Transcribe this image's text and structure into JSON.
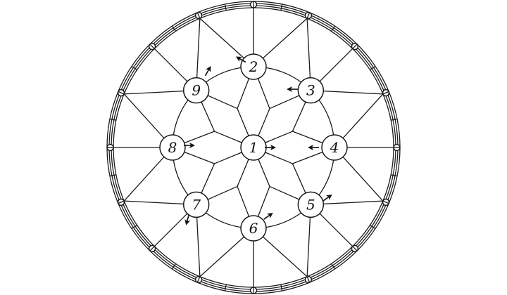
{
  "diagram": {
    "center_node": {
      "label": "1"
    },
    "ring_nodes": [
      {
        "label": "2"
      },
      {
        "label": "3"
      },
      {
        "label": "4"
      },
      {
        "label": "5"
      },
      {
        "label": "6"
      },
      {
        "label": "7"
      },
      {
        "label": "8"
      },
      {
        "label": "9"
      }
    ],
    "line_color": "#1a1a1a"
  }
}
